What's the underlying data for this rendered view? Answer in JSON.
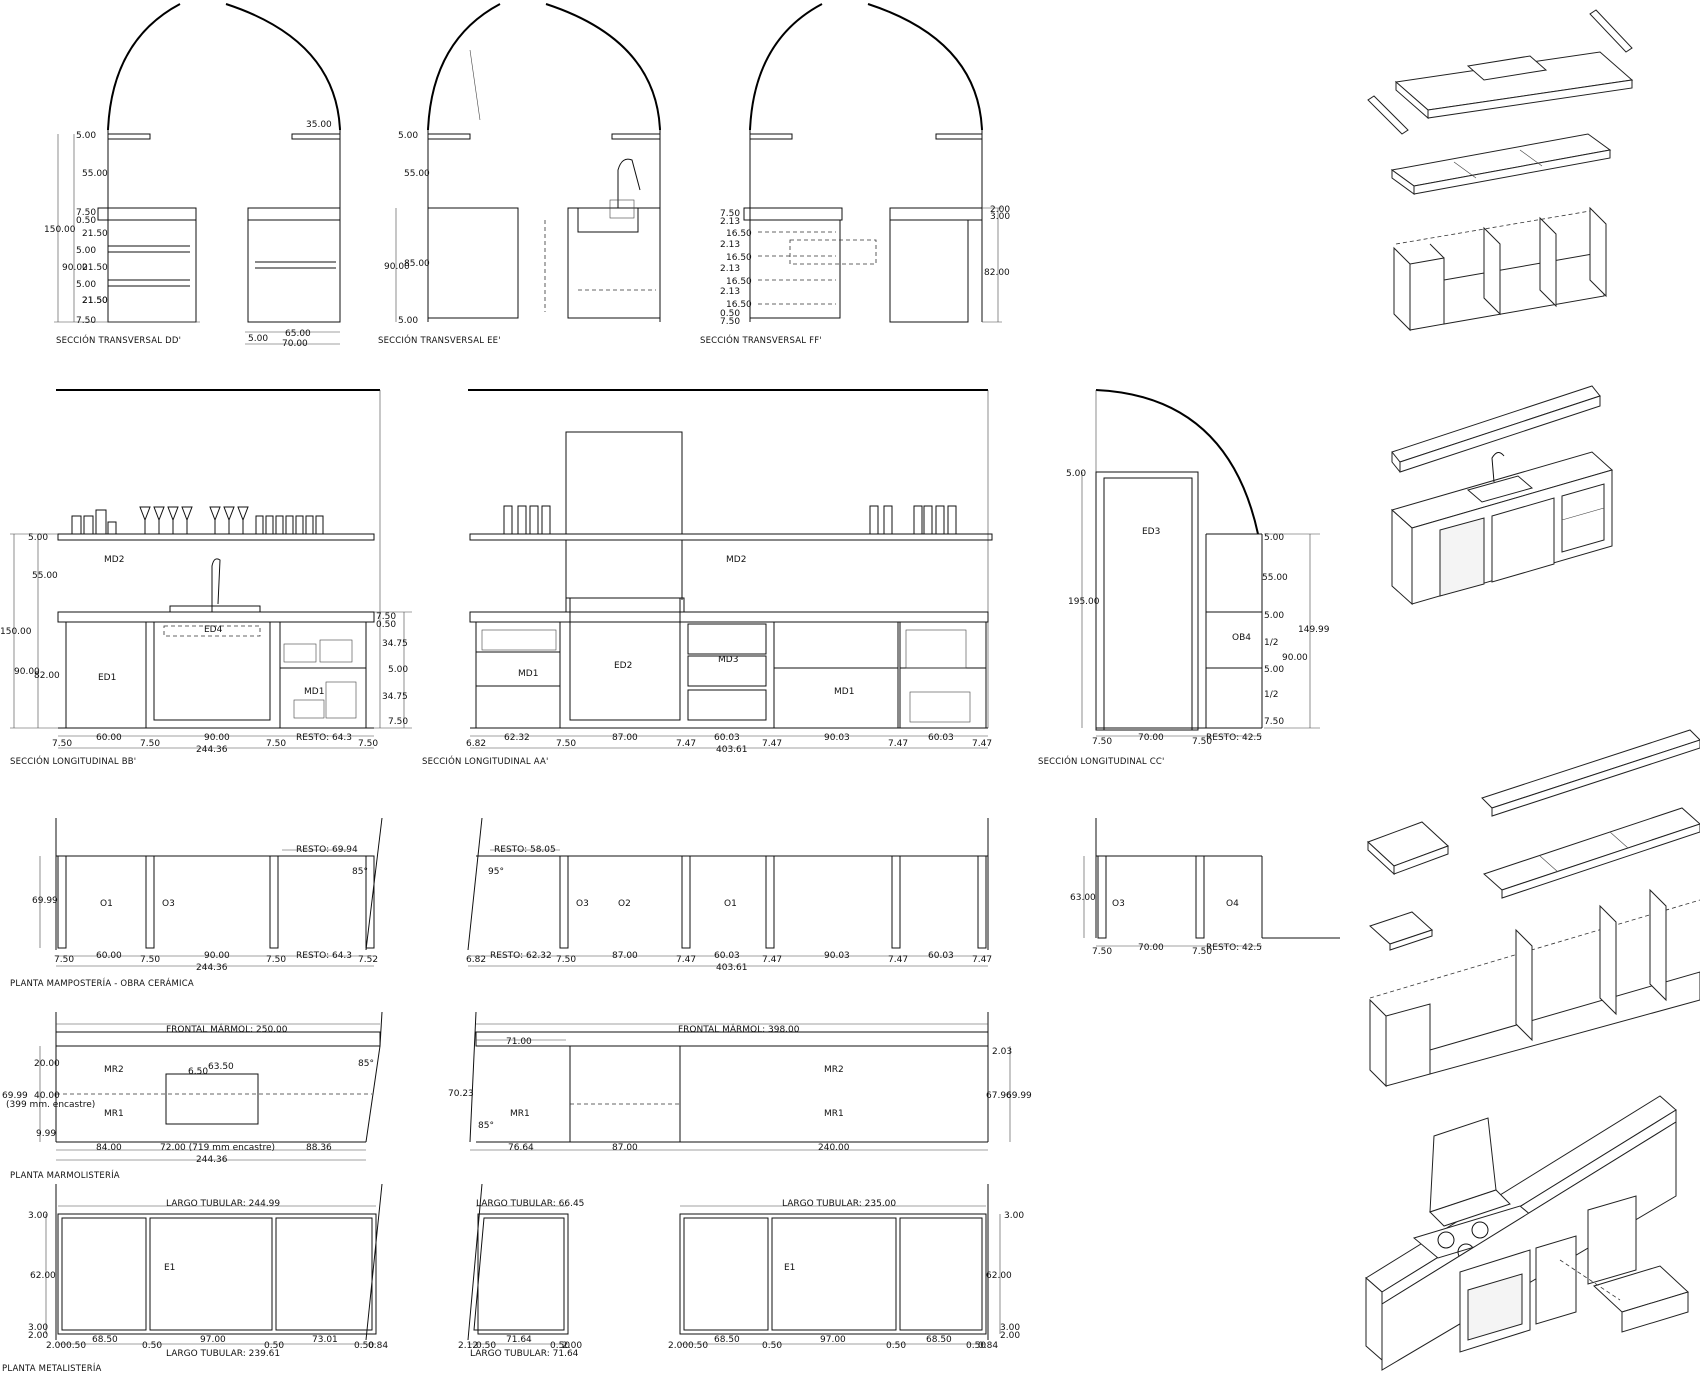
{
  "sections_transversal": [
    {
      "id": "dd",
      "title": "SECCIÓN TRANSVERSAL DD'",
      "dims_left": [
        "5.00",
        "55.00",
        "150.00",
        "7.50",
        "0.50",
        "21.50",
        "90.00",
        "5.00",
        "21.50",
        "21.50",
        "5.00",
        "21.50",
        "7.50"
      ],
      "dims_right": [
        "35.00",
        "65.00",
        "5.00",
        "70.00"
      ]
    },
    {
      "id": "ee",
      "title": "SECCIÓN TRANSVERSAL EE'",
      "dims_left": [
        "5.00",
        "55.00",
        "90.00",
        "85.00",
        "5.00"
      ]
    },
    {
      "id": "ff",
      "title": "SECCIÓN TRANSVERSAL FF'",
      "dims_left": [
        "7.50",
        "2.13",
        "16.50",
        "2.13",
        "16.50",
        "2.13",
        "16.50",
        "2.13",
        "16.50",
        "0.50",
        "7.50"
      ],
      "dims_right": [
        "2.00",
        "3.00",
        "82.00"
      ]
    }
  ],
  "sections_longitudinal": [
    {
      "id": "bb",
      "title": "SECCIÓN LONGITUDINAL BB'",
      "labels": [
        "MD2",
        "ED4",
        "ED1",
        "MD1"
      ],
      "dims_left": [
        "5.00",
        "55.00",
        "150.00",
        "90.00",
        "82.00"
      ],
      "dims_right": [
        "7.50",
        "0.50",
        "34.75",
        "5.00",
        "34.75",
        "7.50"
      ],
      "dims_bottom": [
        "7.50",
        "60.00",
        "7.50",
        "90.00",
        "7.50",
        "RESTO: 64.3",
        "7.50"
      ],
      "total": "244.36"
    },
    {
      "id": "aa",
      "title": "SECCIÓN LONGITUDINAL AA'",
      "labels": [
        "MD2",
        "ED2",
        "MD3",
        "MD1",
        "MD1"
      ],
      "dims_bottom": [
        "6.82",
        "62.32",
        "7.50",
        "87.00",
        "7.47",
        "60.03",
        "7.47",
        "90.03",
        "7.47",
        "60.03",
        "7.47"
      ],
      "total": "403.61"
    },
    {
      "id": "cc",
      "title": "SECCIÓN LONGITUDINAL CC'",
      "labels": [
        "ED3",
        "OB4"
      ],
      "dims_left": [
        "5.00",
        "195.00"
      ],
      "dims_right": [
        "5.00",
        "55.00",
        "5.00",
        "1/2",
        "90.00",
        "5.00",
        "1/2",
        "7.50",
        "149.99"
      ],
      "dims_bottom": [
        "7.50",
        "70.00",
        "7.50",
        "RESTO: 42.5"
      ]
    }
  ],
  "plans_masonry": {
    "title": "PLANTA MAMPOSTERÍA - OBRA CERÁMICA",
    "left": {
      "labels": [
        "O1",
        "O3"
      ],
      "resto_top": "RESTO: 69.94",
      "angle": "85°",
      "depth": "69.99",
      "dims": [
        "7.50",
        "60.00",
        "7.50",
        "90.00",
        "7.50",
        "RESTO: 64.3",
        "7.52"
      ],
      "total": "244.36"
    },
    "mid": {
      "labels": [
        "O3",
        "O2",
        "O1"
      ],
      "resto_top": "RESTO: 58.05",
      "angle": "95°",
      "dims": [
        "6.82",
        "RESTO: 62.32",
        "7.50",
        "87.00",
        "7.47",
        "60.03",
        "7.47",
        "90.03",
        "7.47",
        "60.03",
        "7.47"
      ],
      "total": "403.61"
    },
    "right": {
      "labels": [
        "O3",
        "O4"
      ],
      "depth": "63.00",
      "dims": [
        "7.50",
        "70.00",
        "7.50",
        "RESTO: 42.5"
      ]
    }
  },
  "plans_marble": {
    "title": "PLANTA MARMOLISTERÍA",
    "left": {
      "frontal": "FRONTAL MÁRMOL: 250.00",
      "labels": [
        "MR2",
        "MR1"
      ],
      "dims_left": [
        "20.00",
        "69.99",
        "(399 mm. encastre)",
        "40.00",
        "9.99"
      ],
      "sink": [
        "6.50",
        "63.50"
      ],
      "angle": "85°",
      "dims_bottom": [
        "84.00",
        "72.00 (719 mm encastre)",
        "88.36"
      ],
      "total": "244.36"
    },
    "mid": {
      "frontal": "FRONTAL MÁRMOL: 398.00",
      "labels": [
        "MR2",
        "MR1",
        "MR1"
      ],
      "top": "71.00",
      "dims_left": [
        "70.23"
      ],
      "angle": "85°",
      "dims_right": [
        "2.03",
        "67.96",
        "69.99"
      ],
      "dims_bottom": [
        "76.64",
        "87.00",
        "240.00"
      ]
    }
  },
  "plans_metal": {
    "title": "PLANTA METALISTERÍA",
    "left": {
      "top": "LARGO TUBULAR: 244.99",
      "bottom": "LARGO TUBULAR: 239.61",
      "label": "E1",
      "dims_left": [
        "3.00",
        "62.00",
        "3.00",
        "2.00"
      ],
      "dims_bottom": [
        "2.00",
        "0.50",
        "68.50",
        "0.50",
        "97.00",
        "0.50",
        "73.01",
        "0.50",
        "0.84"
      ]
    },
    "mid_a": {
      "top": "LARGO TUBULAR: 66.45",
      "bottom": "LARGO TUBULAR: 71.64",
      "dims_bottom": [
        "2.12",
        "0.50",
        "71.64",
        "0.50",
        "2.00"
      ]
    },
    "mid_b": {
      "top": "LARGO TUBULAR: 235.00",
      "label": "E1",
      "dims_right": [
        "3.00",
        "62.00",
        "3.00",
        "2.00"
      ],
      "dims_bottom": [
        "2.00",
        "0.50",
        "68.50",
        "0.50",
        "97.00",
        "0.50",
        "68.50",
        "0.50",
        "0.84"
      ]
    }
  }
}
